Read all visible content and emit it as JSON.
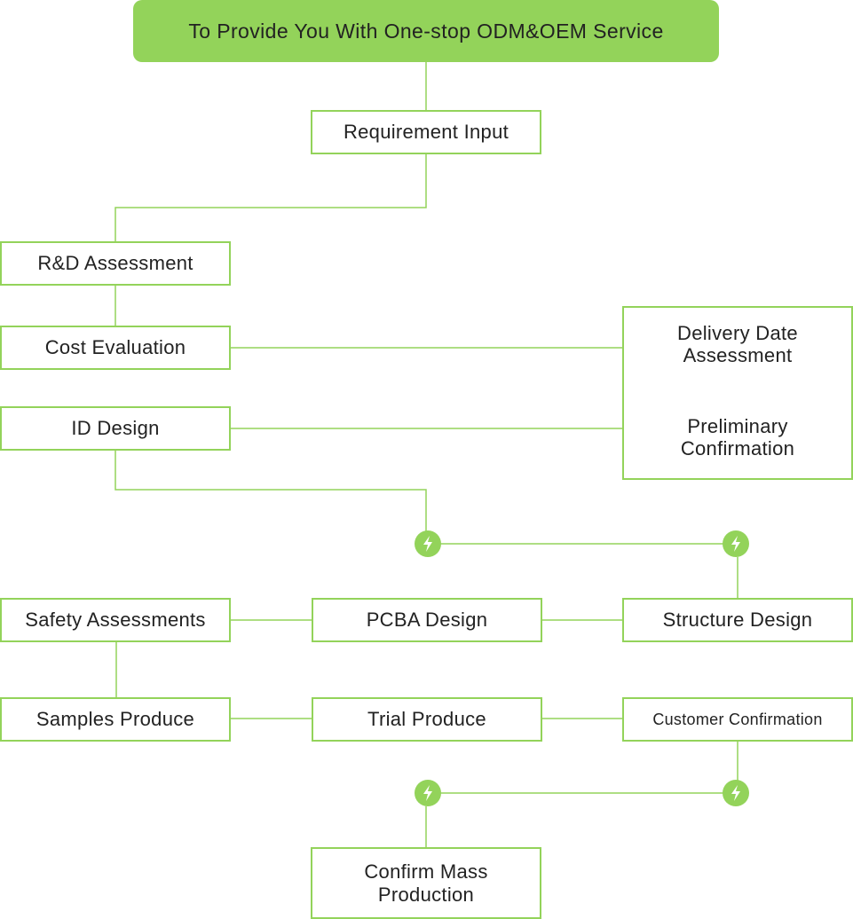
{
  "header": {
    "title": "To Provide You With One-stop ODM&OEM Service"
  },
  "steps": {
    "requirement_input": "Requirement Input",
    "rd_assessment": "R&D Assessment",
    "cost_evaluation": "Cost Evaluation",
    "id_design": "ID Design",
    "delivery_date": "Delivery Date Assessment",
    "preliminary": "Preliminary Confirmation",
    "safety_assessments": "Safety Assessments",
    "pcba_design": "PCBA Design",
    "structure_design": "Structure Design",
    "samples_produce": "Samples Produce",
    "trial_produce": "Trial Produce",
    "customer_confirmation": "Customer Confirmation",
    "confirm_mass": "Confirm Mass Production"
  },
  "icons": {
    "junction": "lightning-bolt-icon"
  },
  "colors": {
    "accent": "#93d35a",
    "text": "#222222",
    "background": "#ffffff"
  }
}
